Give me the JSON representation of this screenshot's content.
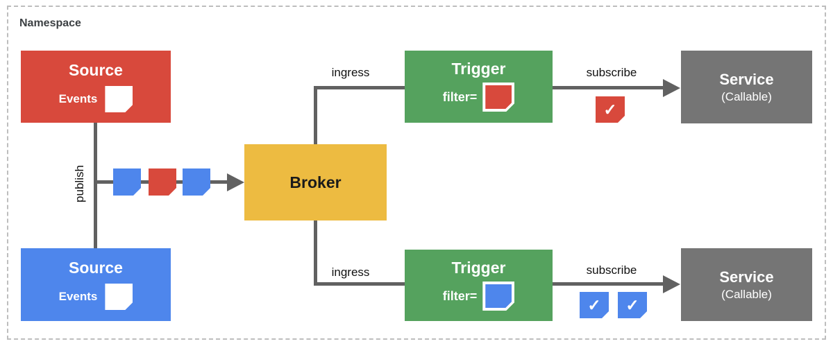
{
  "namespace_label": "Namespace",
  "colors": {
    "source_red": "#d8493c",
    "source_blue": "#4e86ec",
    "broker_yellow": "#edbb41",
    "trigger_green": "#55a25e",
    "service_gray": "#757575",
    "connector_gray": "#616161",
    "border_dash_gray": "#bdbdbd"
  },
  "nodes": {
    "source_top": {
      "title": "Source",
      "events_label": "Events"
    },
    "source_bottom": {
      "title": "Source",
      "events_label": "Events"
    },
    "broker": {
      "title": "Broker"
    },
    "trigger_top": {
      "title": "Trigger",
      "filter_label": "filter="
    },
    "trigger_bottom": {
      "title": "Trigger",
      "filter_label": "filter="
    },
    "service_top": {
      "title": "Service",
      "subtitle": "(Callable)"
    },
    "service_bottom": {
      "title": "Service",
      "subtitle": "(Callable)"
    }
  },
  "edges": {
    "publish_label": "publish",
    "ingress_top_label": "ingress",
    "ingress_bottom_label": "ingress",
    "subscribe_top_label": "subscribe",
    "subscribe_bottom_label": "subscribe"
  },
  "icons": {
    "event_stream_colors": [
      "blue",
      "red",
      "blue"
    ],
    "trigger_top_filter_color": "red",
    "trigger_bottom_filter_color": "blue",
    "subscribe_top_checks": [
      "red"
    ],
    "subscribe_bottom_checks": [
      "blue",
      "blue"
    ],
    "checkmark_glyph": "✓"
  }
}
